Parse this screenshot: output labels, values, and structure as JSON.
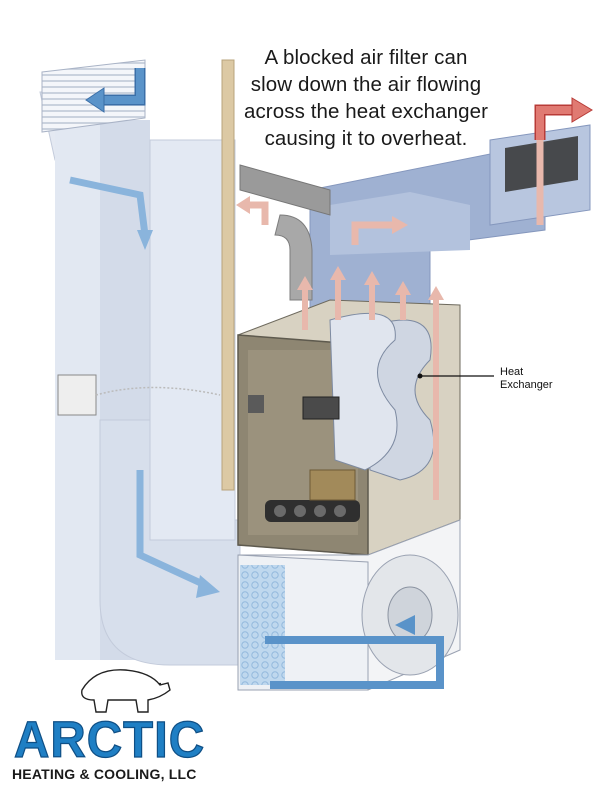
{
  "diagram": {
    "caption_lines": [
      "A blocked air filter can",
      "slow down the air flowing",
      "across the heat exchanger",
      "causing it to overheat."
    ],
    "callout": {
      "line1": "Heat",
      "line2": "Exchanger"
    }
  },
  "brand": {
    "name": "ARCTIC",
    "tagline": "HEATING & COOLING, LLC"
  },
  "colors": {
    "duct": "#dfe6f1",
    "duct_shade": "#c6d0e2",
    "cold_arrow": "#5a93c9",
    "warm_arrow": "#e8b8ac",
    "hot_arrow": "#d9534f",
    "cabinet": "#8b8470",
    "brand": "#1f7fc4"
  }
}
